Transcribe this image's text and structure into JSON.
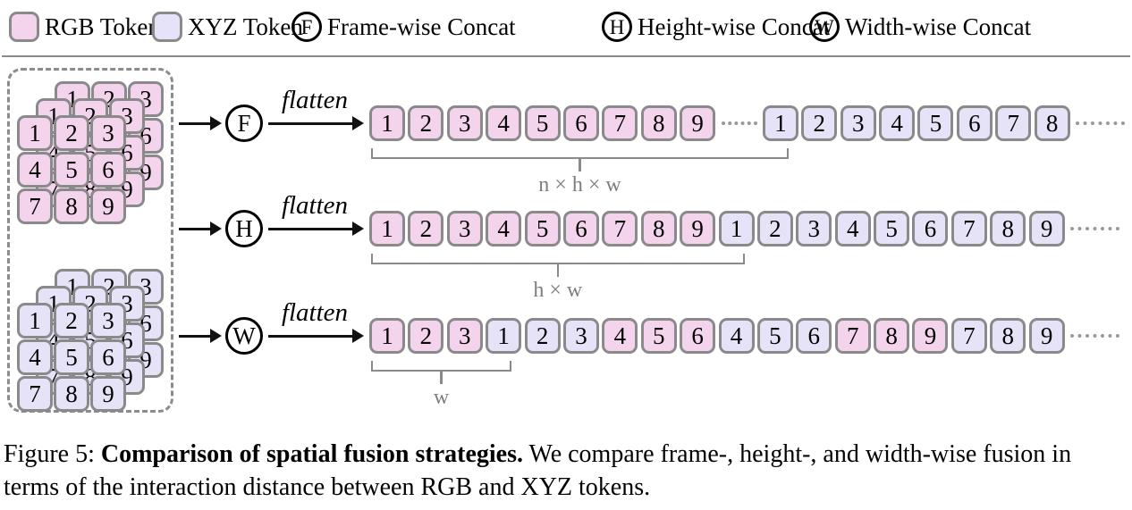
{
  "colors": {
    "rgb_token": "#f4d3ec",
    "xyz_token": "#e6e3f8",
    "token_border": "#8a8a8a",
    "brace": "#8a8a8a",
    "arrow": "#111111"
  },
  "legend": {
    "items": [
      {
        "type": "swatch",
        "swatch": "rgb",
        "label": "RGB Token"
      },
      {
        "type": "swatch",
        "swatch": "xyz",
        "label": "XYZ Token"
      },
      {
        "type": "circle",
        "symbol": "F",
        "label": "Frame-wise Concat"
      },
      {
        "type": "circle",
        "symbol": "H",
        "label": "Height-wise Concat"
      },
      {
        "type": "circle",
        "symbol": "W",
        "label": "Width-wise Concat"
      }
    ]
  },
  "source": {
    "rgb_grid": [
      "1",
      "2",
      "3",
      "4",
      "5",
      "6",
      "7",
      "8",
      "9"
    ],
    "xyz_grid": [
      "1",
      "2",
      "3",
      "4",
      "5",
      "6",
      "7",
      "8",
      "9"
    ],
    "layers": 3
  },
  "rows": [
    {
      "symbol": "F",
      "arrow_label": "flatten",
      "sequence": [
        {
          "t": "rgb",
          "v": "1"
        },
        {
          "t": "rgb",
          "v": "2"
        },
        {
          "t": "rgb",
          "v": "3"
        },
        {
          "t": "rgb",
          "v": "4"
        },
        {
          "t": "rgb",
          "v": "5"
        },
        {
          "t": "rgb",
          "v": "6"
        },
        {
          "t": "rgb",
          "v": "7"
        },
        {
          "t": "rgb",
          "v": "8"
        },
        {
          "t": "rgb",
          "v": "9"
        },
        {
          "t": "dots"
        },
        {
          "t": "xyz",
          "v": "1"
        },
        {
          "t": "xyz",
          "v": "2"
        },
        {
          "t": "xyz",
          "v": "3"
        },
        {
          "t": "xyz",
          "v": "4"
        },
        {
          "t": "xyz",
          "v": "5"
        },
        {
          "t": "xyz",
          "v": "6"
        },
        {
          "t": "xyz",
          "v": "7"
        },
        {
          "t": "xyz",
          "v": "8"
        },
        {
          "t": "dots"
        }
      ],
      "brace": {
        "label": "n × h × w",
        "from": 0,
        "to": 10
      }
    },
    {
      "symbol": "H",
      "arrow_label": "flatten",
      "sequence": [
        {
          "t": "rgb",
          "v": "1"
        },
        {
          "t": "rgb",
          "v": "2"
        },
        {
          "t": "rgb",
          "v": "3"
        },
        {
          "t": "rgb",
          "v": "4"
        },
        {
          "t": "rgb",
          "v": "5"
        },
        {
          "t": "rgb",
          "v": "6"
        },
        {
          "t": "rgb",
          "v": "7"
        },
        {
          "t": "rgb",
          "v": "8"
        },
        {
          "t": "rgb",
          "v": "9"
        },
        {
          "t": "xyz",
          "v": "1"
        },
        {
          "t": "xyz",
          "v": "2"
        },
        {
          "t": "xyz",
          "v": "3"
        },
        {
          "t": "xyz",
          "v": "4"
        },
        {
          "t": "xyz",
          "v": "5"
        },
        {
          "t": "xyz",
          "v": "6"
        },
        {
          "t": "xyz",
          "v": "7"
        },
        {
          "t": "xyz",
          "v": "8"
        },
        {
          "t": "xyz",
          "v": "9"
        },
        {
          "t": "dots"
        }
      ],
      "brace": {
        "label": "h × w",
        "from": 0,
        "to": 9
      }
    },
    {
      "symbol": "W",
      "arrow_label": "flatten",
      "sequence": [
        {
          "t": "rgb",
          "v": "1"
        },
        {
          "t": "rgb",
          "v": "2"
        },
        {
          "t": "rgb",
          "v": "3"
        },
        {
          "t": "xyz",
          "v": "1"
        },
        {
          "t": "xyz",
          "v": "2"
        },
        {
          "t": "xyz",
          "v": "3"
        },
        {
          "t": "rgb",
          "v": "4"
        },
        {
          "t": "rgb",
          "v": "5"
        },
        {
          "t": "rgb",
          "v": "6"
        },
        {
          "t": "xyz",
          "v": "4"
        },
        {
          "t": "xyz",
          "v": "5"
        },
        {
          "t": "xyz",
          "v": "6"
        },
        {
          "t": "rgb",
          "v": "7"
        },
        {
          "t": "rgb",
          "v": "8"
        },
        {
          "t": "rgb",
          "v": "9"
        },
        {
          "t": "xyz",
          "v": "7"
        },
        {
          "t": "xyz",
          "v": "8"
        },
        {
          "t": "xyz",
          "v": "9"
        },
        {
          "t": "dots"
        }
      ],
      "brace": {
        "label": "w",
        "from": 0,
        "to": 3
      }
    }
  ],
  "caption": {
    "prefix": "Figure 5: ",
    "bold": "Comparison of spatial fusion strategies.",
    "text": " We compare frame-, height-, and width-wise fusion in terms of the interaction distance between RGB and XYZ tokens."
  }
}
